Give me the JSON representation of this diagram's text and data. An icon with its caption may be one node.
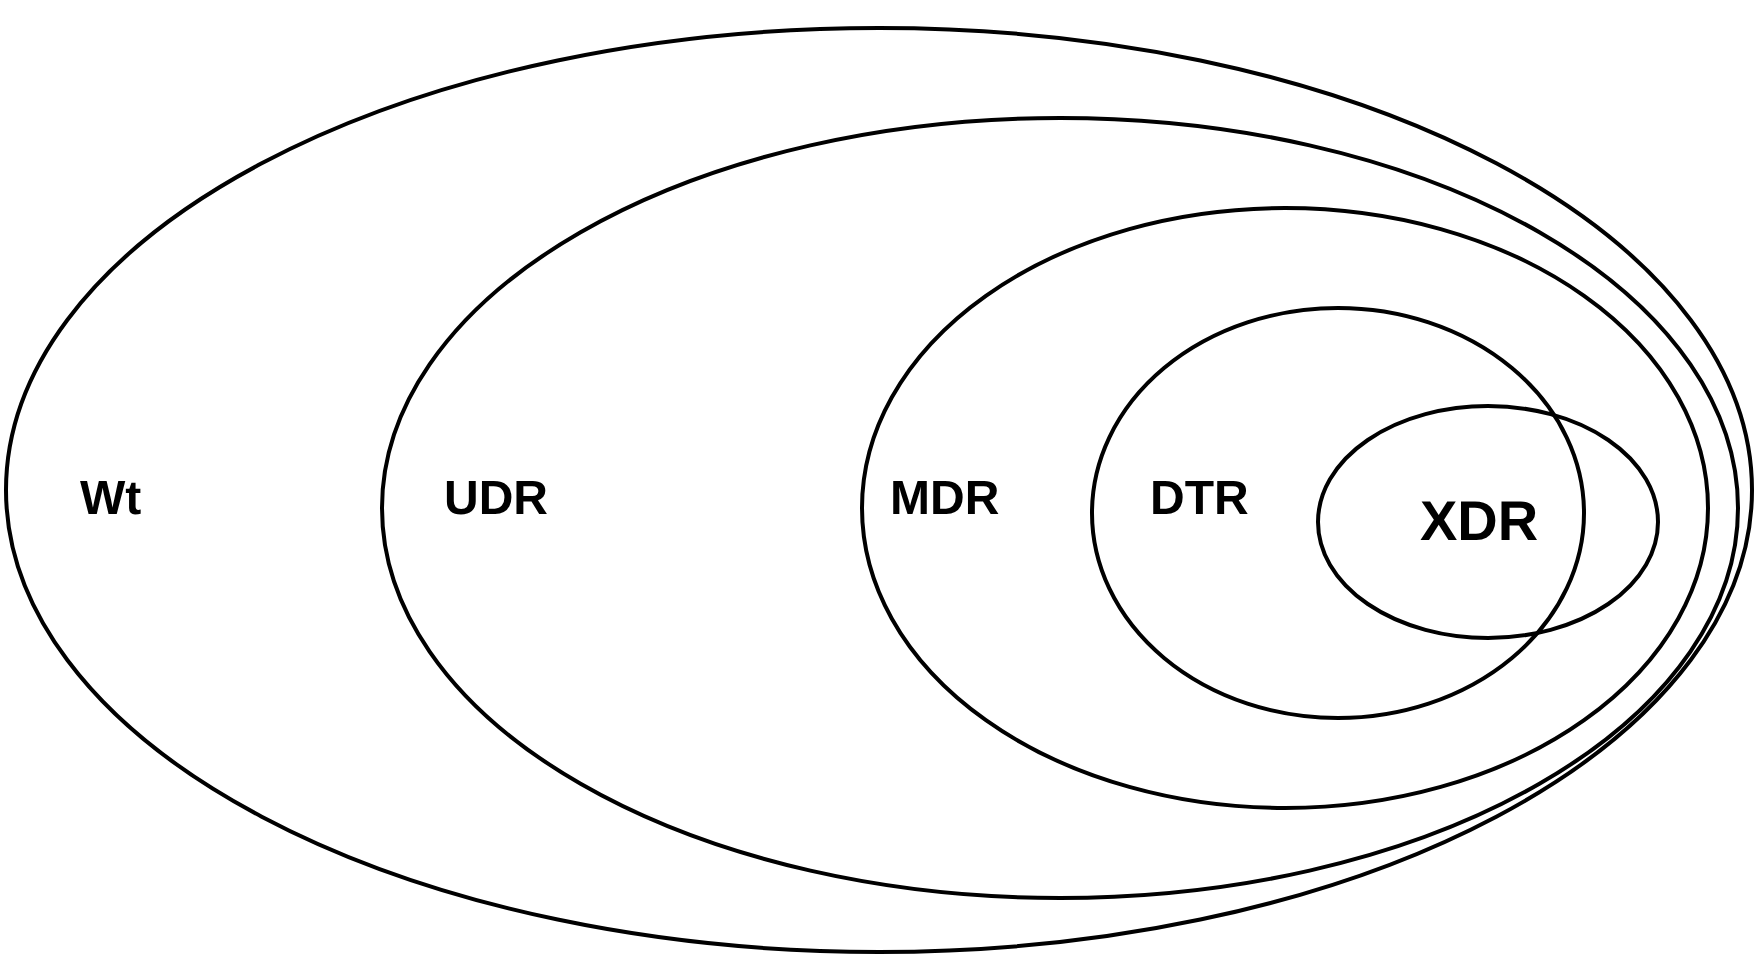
{
  "diagram": {
    "nodes": [
      {
        "text": [
          "Wt"
        ]
      },
      {
        "text": [
          "UDR"
        ],
        "in": 0
      },
      {
        "text": [
          "MDR"
        ],
        "in": 1
      },
      {
        "text": [
          "DTR"
        ],
        "in": 2
      },
      {
        "text": [
          "XDR"
        ],
        "in": 2
      }
    ]
  }
}
